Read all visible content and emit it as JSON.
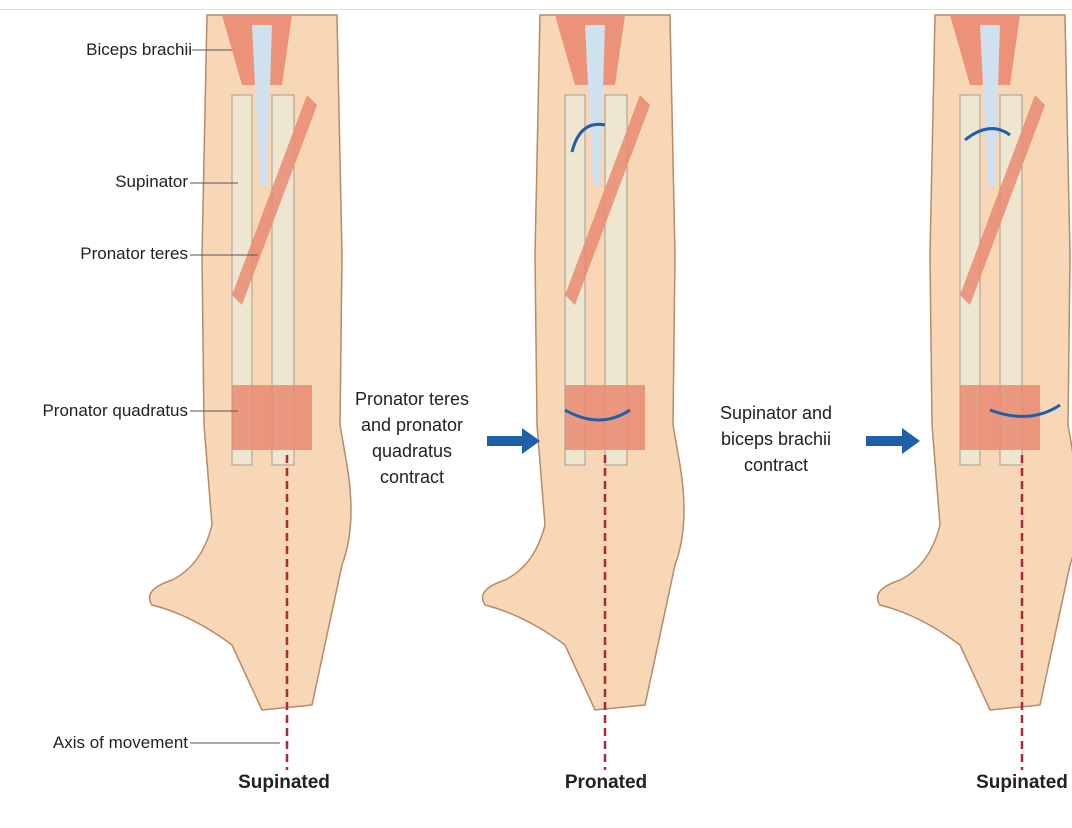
{
  "labels": {
    "biceps": "Biceps brachii",
    "supinator": "Supinator",
    "pronator_teres": "Pronator teres",
    "pronator_quadratus": "Pronator quadratus",
    "axis": "Axis of movement"
  },
  "steps": {
    "first": [
      "Pronator teres",
      "and pronator",
      "quadratus",
      "contract"
    ],
    "second": [
      "Supinator and",
      "biceps brachii",
      "contract"
    ]
  },
  "captions": {
    "left": "Supinated",
    "middle": "Pronated",
    "right": "Supinated"
  },
  "colors": {
    "skin": "#f7d7b5",
    "muscle": "#e98b72",
    "bone": "#efe6cf",
    "arrow": "#1f5fa8",
    "axis": "#b0263a"
  }
}
